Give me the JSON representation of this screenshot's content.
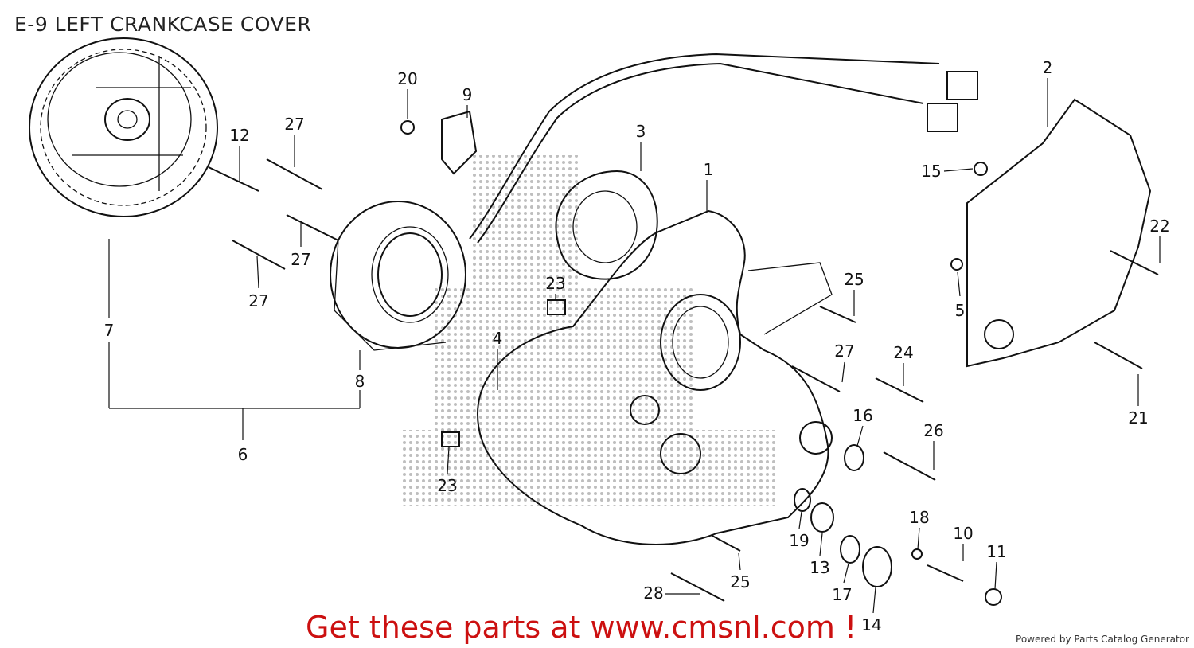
{
  "title": "E-9  LEFT CRANKCASE COVER",
  "cta_text": "Get these parts at www.cmsnl.com !",
  "powered_by": "Powered by Parts Catalog Generator",
  "callouts": [
    {
      "id": "c1",
      "label": "1"
    },
    {
      "id": "c2",
      "label": "2"
    },
    {
      "id": "c3",
      "label": "3"
    },
    {
      "id": "c4",
      "label": "4"
    },
    {
      "id": "c5",
      "label": "5"
    },
    {
      "id": "c6",
      "label": "6"
    },
    {
      "id": "c7",
      "label": "7"
    },
    {
      "id": "c8",
      "label": "8"
    },
    {
      "id": "c9",
      "label": "9"
    },
    {
      "id": "c10",
      "label": "10"
    },
    {
      "id": "c11",
      "label": "11"
    },
    {
      "id": "c12",
      "label": "12"
    },
    {
      "id": "c13",
      "label": "13"
    },
    {
      "id": "c14",
      "label": "14"
    },
    {
      "id": "c15",
      "label": "15"
    },
    {
      "id": "c16",
      "label": "16"
    },
    {
      "id": "c17",
      "label": "17"
    },
    {
      "id": "c18",
      "label": "18"
    },
    {
      "id": "c19",
      "label": "19"
    },
    {
      "id": "c20",
      "label": "20"
    },
    {
      "id": "c21",
      "label": "21"
    },
    {
      "id": "c22",
      "label": "22"
    },
    {
      "id": "c23a",
      "label": "23"
    },
    {
      "id": "c23b",
      "label": "23"
    },
    {
      "id": "c24",
      "label": "24"
    },
    {
      "id": "c25a",
      "label": "25"
    },
    {
      "id": "c25b",
      "label": "25"
    },
    {
      "id": "c26",
      "label": "26"
    },
    {
      "id": "c27a",
      "label": "27"
    },
    {
      "id": "c27b",
      "label": "27"
    },
    {
      "id": "c27c",
      "label": "27"
    },
    {
      "id": "c27d",
      "label": "27"
    },
    {
      "id": "c28",
      "label": "28"
    }
  ]
}
